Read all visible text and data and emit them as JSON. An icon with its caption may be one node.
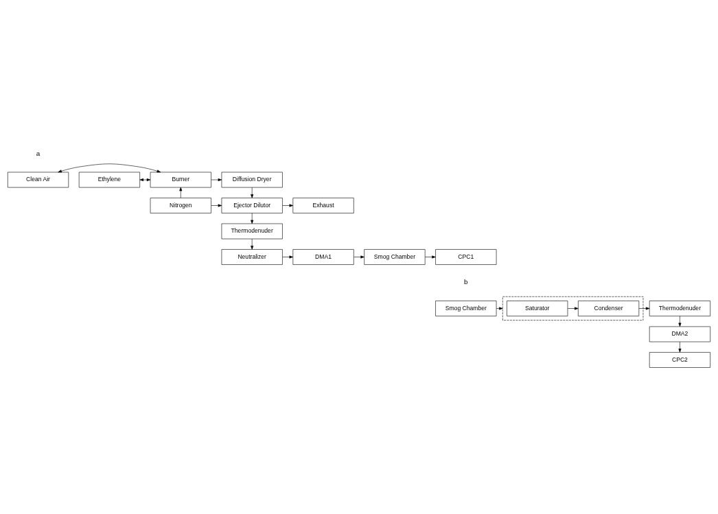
{
  "diagram": {
    "nodes": [
      {
        "text": [
          "Clean Air"
        ]
      },
      {
        "text": [
          "Ethylene"
        ]
      },
      {
        "text": [
          "Burner"
        ]
      },
      {
        "text": [
          "Diffusion Dryer"
        ]
      },
      {
        "text": [
          "Nitrogen"
        ]
      },
      {
        "text": [
          "Ejector Dilutor"
        ]
      },
      {
        "text": [
          "Exhaust"
        ]
      },
      {
        "text": [
          "Thermodenuder"
        ]
      },
      {
        "text": [
          "CPC1"
        ]
      },
      {
        "text": [
          "Smog Chamber"
        ]
      },
      {
        "text": [
          "DMA1"
        ]
      },
      {
        "text": [
          "Neutralizer"
        ]
      },
      {
        "text": [
          "Smog Chamber"
        ]
      },
      {
        "text": [],
        "shape": "box"
      },
      {
        "text": [
          "Saturator"
        ],
        "in": 13
      },
      {
        "text": [
          "Condenser"
        ],
        "in": 13
      },
      {
        "text": [
          "Thermodenuder"
        ]
      },
      {
        "text": [
          "DMA2"
        ]
      },
      {
        "text": [
          "CPC2"
        ]
      }
    ],
    "edges": [
      {
        "from": 0,
        "to": 2,
        "arrow": "both"
      },
      {
        "from": 1,
        "to": 2,
        "arrow": "both"
      },
      {
        "from": 2,
        "to": 3,
        "arrow": "to"
      },
      {
        "from": 4,
        "to": 2,
        "arrow": "to"
      },
      {
        "from": 3,
        "to": 5,
        "arrow": "to"
      },
      {
        "from": 4,
        "to": 5,
        "arrow": "to"
      },
      {
        "from": 5,
        "to": 6,
        "arrow": "to"
      },
      {
        "from": 5,
        "to": 7,
        "arrow": "to"
      },
      {
        "from": 7,
        "to": 11,
        "arrow": "to"
      },
      {
        "from": 11,
        "to": 10,
        "arrow": "to"
      },
      {
        "from": 10,
        "to": 9,
        "arrow": "to"
      },
      {
        "from": 9,
        "to": 8,
        "arrow": "to"
      },
      {
        "from": 12,
        "to": 13,
        "arrow": "to"
      },
      {
        "from": 14,
        "to": 15,
        "arrow": "to"
      },
      {
        "from": 15,
        "to": 16,
        "arrow": "to"
      },
      {
        "from": 16,
        "to": 17,
        "arrow": "to"
      },
      {
        "from": 17,
        "to": 18,
        "arrow": "to"
      }
    ],
    "labels": [
      "a",
      "b"
    ]
  }
}
